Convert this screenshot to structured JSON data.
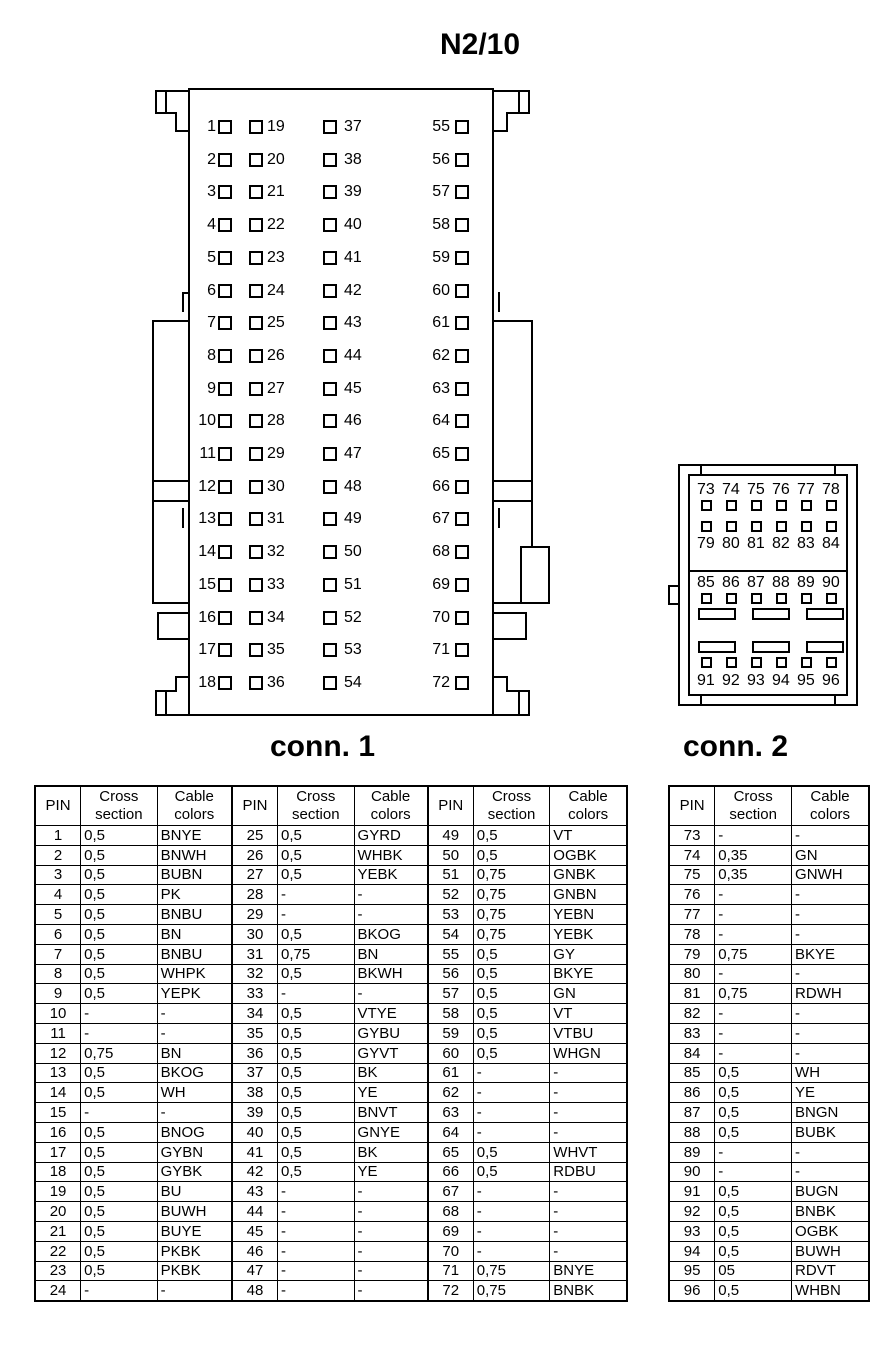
{
  "title": "N2/10",
  "conn1_label": "conn. 1",
  "conn2_label": "conn. 2",
  "table_headers": {
    "pin": "PIN",
    "cross_section": [
      "Cross",
      "section"
    ],
    "cable_colors": [
      "Cable",
      "colors"
    ]
  },
  "conn1_rows": [
    [
      "1",
      "0,5",
      "BNYE"
    ],
    [
      "2",
      "0,5",
      "BNWH"
    ],
    [
      "3",
      "0,5",
      "BUBN"
    ],
    [
      "4",
      "0,5",
      "PK"
    ],
    [
      "5",
      "0,5",
      "BNBU"
    ],
    [
      "6",
      "0,5",
      "BN"
    ],
    [
      "7",
      "0,5",
      "BNBU"
    ],
    [
      "8",
      "0,5",
      "WHPK"
    ],
    [
      "9",
      "0,5",
      "YEPK"
    ],
    [
      "10",
      "-",
      "-"
    ],
    [
      "11",
      "-",
      "-"
    ],
    [
      "12",
      "0,75",
      "BN"
    ],
    [
      "13",
      "0,5",
      "BKOG"
    ],
    [
      "14",
      "0,5",
      "WH"
    ],
    [
      "15",
      "-",
      "-"
    ],
    [
      "16",
      "0,5",
      "BNOG"
    ],
    [
      "17",
      "0,5",
      "GYBN"
    ],
    [
      "18",
      "0,5",
      "GYBK"
    ],
    [
      "19",
      "0,5",
      "BU"
    ],
    [
      "20",
      "0,5",
      "BUWH"
    ],
    [
      "21",
      "0,5",
      "BUYE"
    ],
    [
      "22",
      "0,5",
      "PKBK"
    ],
    [
      "23",
      "0,5",
      "PKBK"
    ],
    [
      "24",
      "-",
      "-"
    ],
    [
      "25",
      "0,5",
      "GYRD"
    ],
    [
      "26",
      "0,5",
      "WHBK"
    ],
    [
      "27",
      "0,5",
      "YEBK"
    ],
    [
      "28",
      "-",
      "-"
    ],
    [
      "29",
      "-",
      "-"
    ],
    [
      "30",
      "0,5",
      "BKOG"
    ],
    [
      "31",
      "0,75",
      "BN"
    ],
    [
      "32",
      "0,5",
      "BKWH"
    ],
    [
      "33",
      "-",
      "-"
    ],
    [
      "34",
      "0,5",
      "VTYE"
    ],
    [
      "35",
      "0,5",
      "GYBU"
    ],
    [
      "36",
      "0,5",
      "GYVT"
    ],
    [
      "37",
      "0,5",
      "BK"
    ],
    [
      "38",
      "0,5",
      "YE"
    ],
    [
      "39",
      "0,5",
      "BNVT"
    ],
    [
      "40",
      "0,5",
      "GNYE"
    ],
    [
      "41",
      "0,5",
      "BK"
    ],
    [
      "42",
      "0,5",
      "YE"
    ],
    [
      "43",
      "-",
      "-"
    ],
    [
      "44",
      "-",
      "-"
    ],
    [
      "45",
      "-",
      "-"
    ],
    [
      "46",
      "-",
      "-"
    ],
    [
      "47",
      "-",
      "-"
    ],
    [
      "48",
      "-",
      "-"
    ],
    [
      "49",
      "0,5",
      "VT"
    ],
    [
      "50",
      "0,5",
      "OGBK"
    ],
    [
      "51",
      "0,75",
      "GNBK"
    ],
    [
      "52",
      "0,75",
      "GNBN"
    ],
    [
      "53",
      "0,75",
      "YEBN"
    ],
    [
      "54",
      "0,75",
      "YEBK"
    ],
    [
      "55",
      "0,5",
      "GY"
    ],
    [
      "56",
      "0,5",
      "BKYE"
    ],
    [
      "57",
      "0,5",
      "GN"
    ],
    [
      "58",
      "0,5",
      "VT"
    ],
    [
      "59",
      "0,5",
      "VTBU"
    ],
    [
      "60",
      "0,5",
      "WHGN"
    ],
    [
      "61",
      "-",
      "-"
    ],
    [
      "62",
      "-",
      "-"
    ],
    [
      "63",
      "-",
      "-"
    ],
    [
      "64",
      "-",
      "-"
    ],
    [
      "65",
      "0,5",
      "WHVT"
    ],
    [
      "66",
      "0,5",
      "RDBU"
    ],
    [
      "67",
      "-",
      "-"
    ],
    [
      "68",
      "-",
      "-"
    ],
    [
      "69",
      "-",
      "-"
    ],
    [
      "70",
      "-",
      "-"
    ],
    [
      "71",
      "0,75",
      "BNYE"
    ],
    [
      "72",
      "0,75",
      "BNBK"
    ]
  ],
  "conn2_rows": [
    [
      "73",
      "-",
      "-"
    ],
    [
      "74",
      "0,35",
      "GN"
    ],
    [
      "75",
      "0,35",
      "GNWH"
    ],
    [
      "76",
      "-",
      "-"
    ],
    [
      "77",
      "-",
      "-"
    ],
    [
      "78",
      "-",
      "-"
    ],
    [
      "79",
      "0,75",
      "BKYE"
    ],
    [
      "80",
      "-",
      "-"
    ],
    [
      "81",
      "0,75",
      "RDWH"
    ],
    [
      "82",
      "-",
      "-"
    ],
    [
      "83",
      "-",
      "-"
    ],
    [
      "84",
      "-",
      "-"
    ],
    [
      "85",
      "0,5",
      "WH"
    ],
    [
      "86",
      "0,5",
      "YE"
    ],
    [
      "87",
      "0,5",
      "BNGN"
    ],
    [
      "88",
      "0,5",
      "BUBK"
    ],
    [
      "89",
      "-",
      "-"
    ],
    [
      "90",
      "-",
      "-"
    ],
    [
      "91",
      "0,5",
      "BUGN"
    ],
    [
      "92",
      "0,5",
      "BNBK"
    ],
    [
      "93",
      "0,5",
      "OGBK"
    ],
    [
      "94",
      "0,5",
      "BUWH"
    ],
    [
      "95",
      "05",
      "RDVT"
    ],
    [
      "96",
      "0,5",
      "WHBN"
    ]
  ],
  "conn2_pin_labels": {
    "row1": [
      "73",
      "74",
      "75",
      "76",
      "77",
      "78"
    ],
    "row2": [
      "79",
      "80",
      "81",
      "82",
      "83",
      "84"
    ],
    "row3": [
      "85",
      "86",
      "87",
      "88",
      "89",
      "90"
    ],
    "row4": [
      "91",
      "92",
      "93",
      "94",
      "95",
      "96"
    ]
  }
}
